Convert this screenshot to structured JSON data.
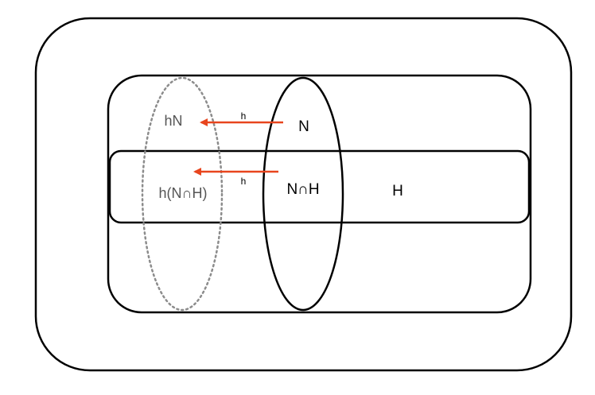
{
  "labels": {
    "hN": "hN",
    "N": "N",
    "h_top": "h",
    "h_bottom": "h",
    "NcapH": "N∩H",
    "H": "H",
    "hNcapH": "h(N∩H)"
  },
  "colors": {
    "outline": "#000000",
    "arrow": "#e8451e",
    "image_text": "#555555",
    "dotted": "#8c8c8c",
    "text": "#000000"
  }
}
